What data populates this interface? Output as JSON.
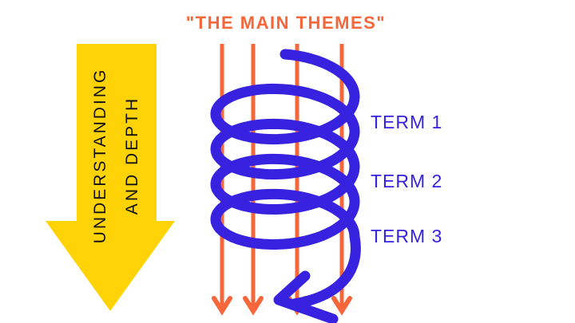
{
  "title": "\"THE MAIN THEMES\"",
  "direction_arrow": {
    "lines": [
      "UNDERSTANDING",
      "AND DEPTH"
    ]
  },
  "themes": {
    "line_count": 4
  },
  "terms": [
    {
      "label": "TERM 1"
    },
    {
      "label": "TERM 2"
    },
    {
      "label": "TERM 3"
    }
  ],
  "colors": {
    "orange": "#F5663A",
    "blue": "#3722E0",
    "yellow": "#FFD306",
    "text_black": "#111111",
    "background": "#FFFFFF"
  }
}
